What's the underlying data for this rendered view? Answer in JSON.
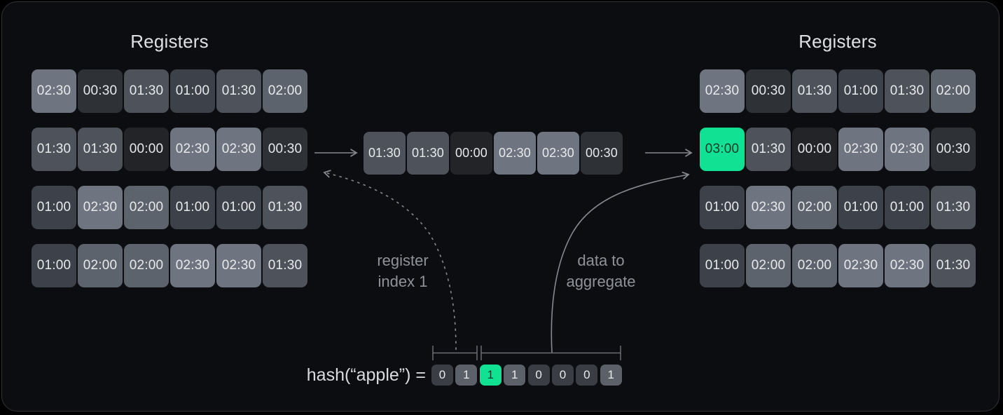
{
  "colors": {
    "accent_green": "#10e192",
    "accent_text": "#123827",
    "cell_text": "#e8e9eb",
    "line_gray": "#85888e",
    "bracket_gray": "#6a6d73",
    "label_gray": "#8f9298",
    "panel_bg": "#0c0d10",
    "panel_border": "#303236",
    "value_colors": {
      "00:00": "#222428",
      "00:30": "#2e3136",
      "01:00": "#3d4149",
      "01:30": "#4d525b",
      "02:00": "#5d636d",
      "02:30": "#6f7580",
      "03:00": "#10e192"
    },
    "bit_colors": {
      "0": "#3a3e44",
      "1": "#5b6069"
    }
  },
  "left_registers": {
    "title": "Registers",
    "rows": [
      [
        "02:30",
        "00:30",
        "01:30",
        "01:00",
        "01:30",
        "02:00"
      ],
      [
        "01:30",
        "01:30",
        "00:00",
        "02:30",
        "02:30",
        "00:30"
      ],
      [
        "01:00",
        "02:30",
        "02:00",
        "01:00",
        "01:00",
        "01:30"
      ],
      [
        "01:00",
        "02:00",
        "02:00",
        "02:30",
        "02:30",
        "01:30"
      ]
    ]
  },
  "middle_row": {
    "cells": [
      "01:30",
      "01:30",
      "00:00",
      "02:30",
      "02:30",
      "00:30"
    ]
  },
  "right_registers": {
    "title": "Registers",
    "rows": [
      [
        "02:30",
        "00:30",
        "01:30",
        "01:00",
        "01:30",
        "02:00"
      ],
      [
        "03:00",
        "01:30",
        "00:00",
        "02:30",
        "02:30",
        "00:30"
      ],
      [
        "01:00",
        "02:30",
        "02:00",
        "01:00",
        "01:00",
        "01:30"
      ],
      [
        "01:00",
        "02:00",
        "02:00",
        "02:30",
        "02:30",
        "01:30"
      ]
    ],
    "highlighted_value": "03:00"
  },
  "labels": {
    "register_index": "register index 1",
    "data_to_aggregate": "data to aggregate"
  },
  "hash": {
    "prefix": "hash(“apple”) =",
    "bits": [
      "0",
      "1",
      "1",
      "1",
      "0",
      "0",
      "0",
      "1"
    ],
    "highlight_index": 2
  }
}
